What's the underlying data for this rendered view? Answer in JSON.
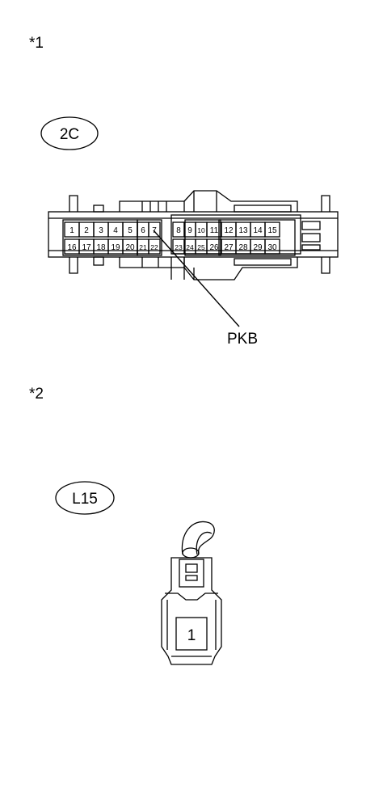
{
  "note1": "*1",
  "note2": "*2",
  "connector1": {
    "code": "2C",
    "top_row": [
      "1",
      "2",
      "3",
      "4",
      "5",
      "6",
      "7",
      "8",
      "9",
      "10",
      "11",
      "12",
      "13",
      "14",
      "15"
    ],
    "bottom_row": [
      "16",
      "17",
      "18",
      "19",
      "20",
      "21",
      "22",
      "23",
      "24",
      "25",
      "26",
      "27",
      "28",
      "29",
      "30"
    ],
    "callout_label": "PKB"
  },
  "connector2": {
    "code": "L15",
    "pin": "1"
  }
}
